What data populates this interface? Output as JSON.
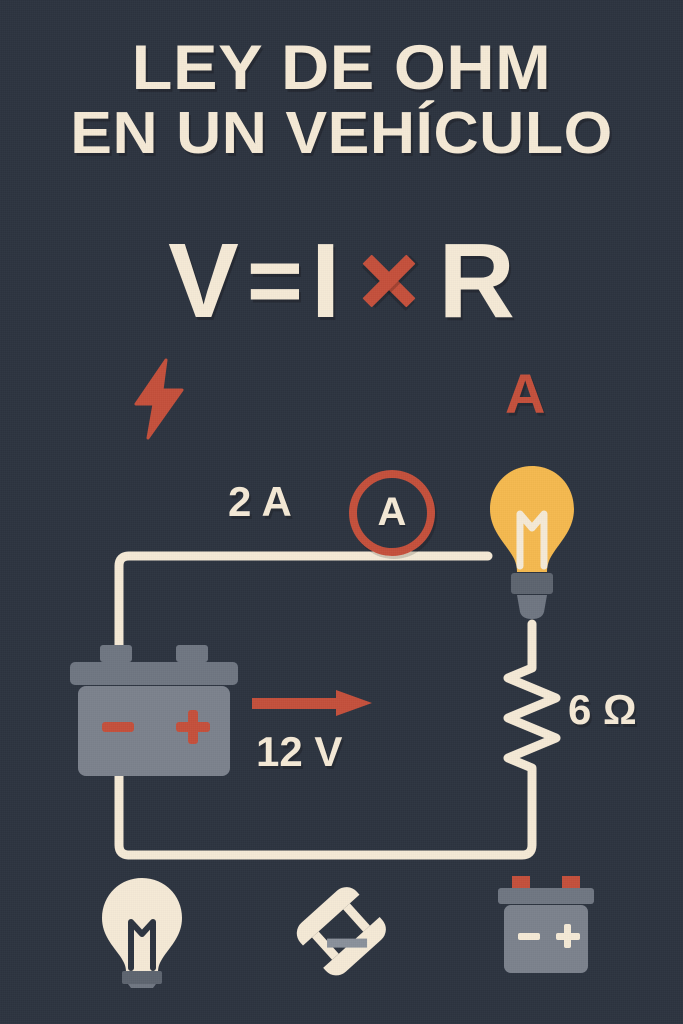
{
  "poster": {
    "background_color": "#2d3440",
    "cream": "#f5ead6",
    "red": "#c4503c",
    "amber": "#f5b94f",
    "gray": "#7b828d",
    "gray_dark": "#5d646f"
  },
  "title": {
    "line1": "LEY DE OHM",
    "line2": "EN UN VEHÍCULO"
  },
  "formula": {
    "voltage_symbol": "V",
    "equals": "=",
    "current_symbol": "I",
    "times_icon": "multiply-icon",
    "resistance_symbol": "R",
    "voltage_annotation_icon": "lightning-bolt-icon",
    "resistance_annotation": "A"
  },
  "circuit": {
    "current_label": "2 A",
    "ammeter_label": "A",
    "ammeter_icon": "ammeter-icon",
    "voltage_label": "12 V",
    "voltage_arrow_icon": "arrow-right-icon",
    "resistance_label": "6 Ω",
    "bulb_icon": "light-bulb-icon",
    "battery_icon": "car-battery-icon",
    "resistor_icon": "resistor-zigzag-icon",
    "battery_negative_terminal": "−",
    "battery_positive_terminal": "+"
  },
  "icon_row": [
    {
      "name": "light-bulb-icon",
      "label": ""
    },
    {
      "name": "fuse-icon",
      "label": ""
    },
    {
      "name": "car-battery-icon",
      "label": ""
    }
  ],
  "icon_row_battery": {
    "negative": "−",
    "positive": "+"
  }
}
